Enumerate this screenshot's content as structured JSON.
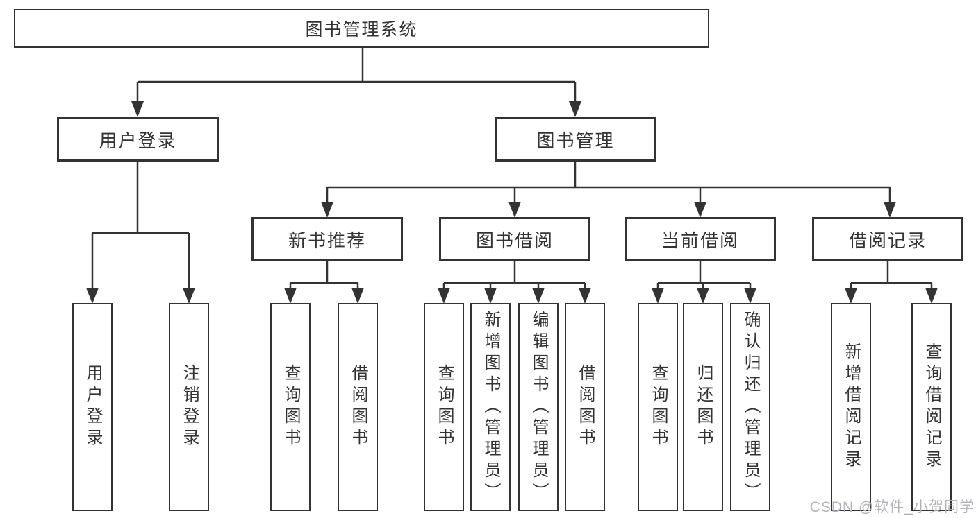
{
  "colors": {
    "line": "#333333",
    "box_border": "#333333",
    "text": "#333333",
    "watermark": "#b1b4b9",
    "background": "#ffffff"
  },
  "root": {
    "label": "图书管理系统"
  },
  "branches": [
    {
      "label": "用户登录",
      "children": [
        {
          "label": "用户登录"
        },
        {
          "label": "注销登录"
        }
      ]
    },
    {
      "label": "图书管理",
      "children": [
        {
          "label": "新书推荐",
          "children": [
            {
              "label": "查询图书"
            },
            {
              "label": "借阅图书"
            }
          ]
        },
        {
          "label": "图书借阅",
          "children": [
            {
              "label": "查询图书"
            },
            {
              "label": "新增图书（管理员）"
            },
            {
              "label": "编辑图书（管理员）"
            },
            {
              "label": "借阅图书"
            }
          ]
        },
        {
          "label": "当前借阅",
          "children": [
            {
              "label": "查询图书"
            },
            {
              "label": "归还图书"
            },
            {
              "label": "确认归还（管理员）"
            }
          ]
        },
        {
          "label": "借阅记录",
          "children": [
            {
              "label": "新增借阅记录"
            },
            {
              "label": "查询借阅记录"
            }
          ]
        }
      ]
    }
  ],
  "watermark": "CSDN @软件_小贺同学"
}
